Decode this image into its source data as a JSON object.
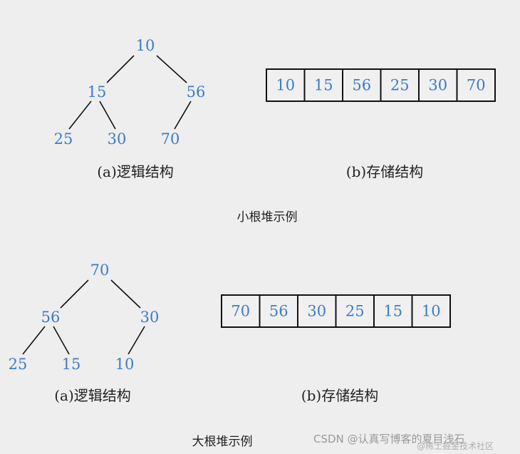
{
  "min_heap": {
    "tree_nodes": [
      "10",
      "15",
      "56",
      "25",
      "30",
      "70"
    ],
    "array": [
      "10",
      "15",
      "56",
      "25",
      "30",
      "70"
    ],
    "logic_label": "(a)逻辑结构",
    "storage_label": "(b)存储结构",
    "caption": "小根堆示例"
  },
  "max_heap": {
    "tree_nodes": [
      "70",
      "56",
      "30",
      "25",
      "15",
      "10"
    ],
    "array": [
      "70",
      "56",
      "30",
      "25",
      "15",
      "10"
    ],
    "logic_label": "(a)逻辑结构",
    "storage_label": "(b)存储结构",
    "caption": "大根堆示例"
  },
  "watermark": {
    "main": "CSDN @认真写博客的夏目浅石",
    "overlay": "@稀土掘金技术社区"
  },
  "colors": {
    "node_text": "#3c7cc4",
    "background": "#eeeeee"
  }
}
